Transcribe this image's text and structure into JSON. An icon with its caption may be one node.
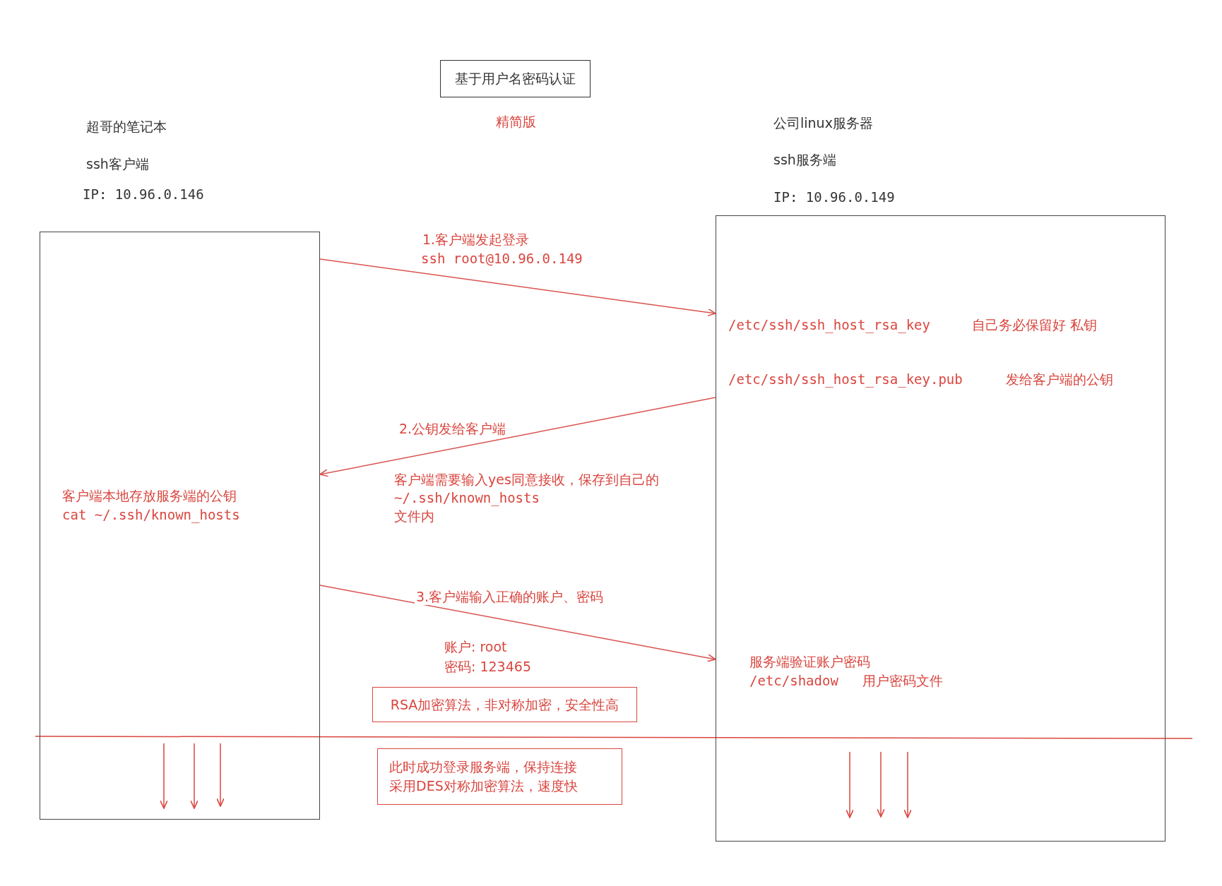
{
  "diagram": {
    "nodes": [
      {
        "text": [
          "超哥的笔记本",
          "ssh客户端",
          "IP: 10.96.0.146"
        ]
      },
      {
        "text": [
          "公司linux服务器",
          "ssh服务端",
          "IP: 10.96.0.149"
        ]
      },
      {
        "text": [
          "基于用户名密码认证"
        ]
      },
      {
        "text": [
          "RSA加密算法，非对称加密，安全性高"
        ]
      },
      {
        "text": [
          "此时成功登录服务端，保持连接采用DES对称加密算法，速度快"
        ]
      }
    ],
    "edges": [
      {
        "from": 0,
        "to": 1,
        "arrow": "to",
        "label": "1.客户端发起登录",
        "color": "#d9534f"
      },
      {
        "from": 1,
        "to": 0,
        "arrow": "to",
        "label": "2.公钥发给客户端",
        "color": "#d9534f"
      },
      {
        "from": 0,
        "to": 1,
        "arrow": "to",
        "label": "3.客户端输入正确的账户、密码",
        "color": "#d9534f"
      }
    ],
    "labels": [
      "精简版",
      "ssh root@10.96.0.149",
      "/etc/ssh/ssh_host_rsa_key",
      "自己务必保留好 私钥",
      "/etc/ssh/ssh_host_rsa_key.pub",
      "发给客户端的公钥",
      "客户端需要输入yes同意接收，保存到自己的",
      "~/.ssh/known_hosts",
      "文件内",
      "客户端本地存放服务端的公钥",
      "cat ~/.ssh/known_hosts",
      "账户: root",
      "密码: 123465",
      "服务端验证账户密码",
      "/etc/shadow",
      "用户密码文件"
    ]
  }
}
